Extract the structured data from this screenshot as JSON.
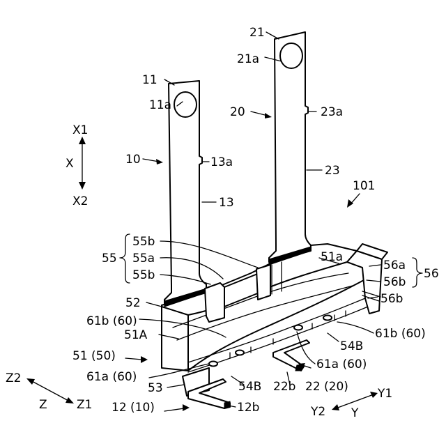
{
  "labels": {
    "l11": "11",
    "l11a": "11a",
    "l21": "21",
    "l21a": "21a",
    "l20": "20",
    "l23a": "23a",
    "l10": "10",
    "l13a": "13a",
    "l23": "23",
    "l13": "13",
    "l101": "101",
    "lX1": "X1",
    "lX": "X",
    "lX2": "X2",
    "l55": "55",
    "l55b1": "55b",
    "l55a": "55a",
    "l55b2": "55b",
    "l51a": "51a",
    "l56a": "56a",
    "l56b1": "56b",
    "l56": "56",
    "l56b2": "56b",
    "l52": "52",
    "l61b60a": "61b (60)",
    "l51A": "51A",
    "l61b60b": "61b (60)",
    "l54B1": "54B",
    "l5150": "51 (50)",
    "l61a60a": "61a (60)",
    "l61a60b": "61a (60)",
    "l53": "53",
    "l54B2": "54B",
    "l22b": "22b",
    "l2220": "22 (20)",
    "lZ2": "Z2",
    "lZ": "Z",
    "lZ1": "Z1",
    "l1210": "12 (10)",
    "l12b": "12b",
    "lY1": "Y1",
    "lY2": "Y2",
    "lY": "Y"
  }
}
